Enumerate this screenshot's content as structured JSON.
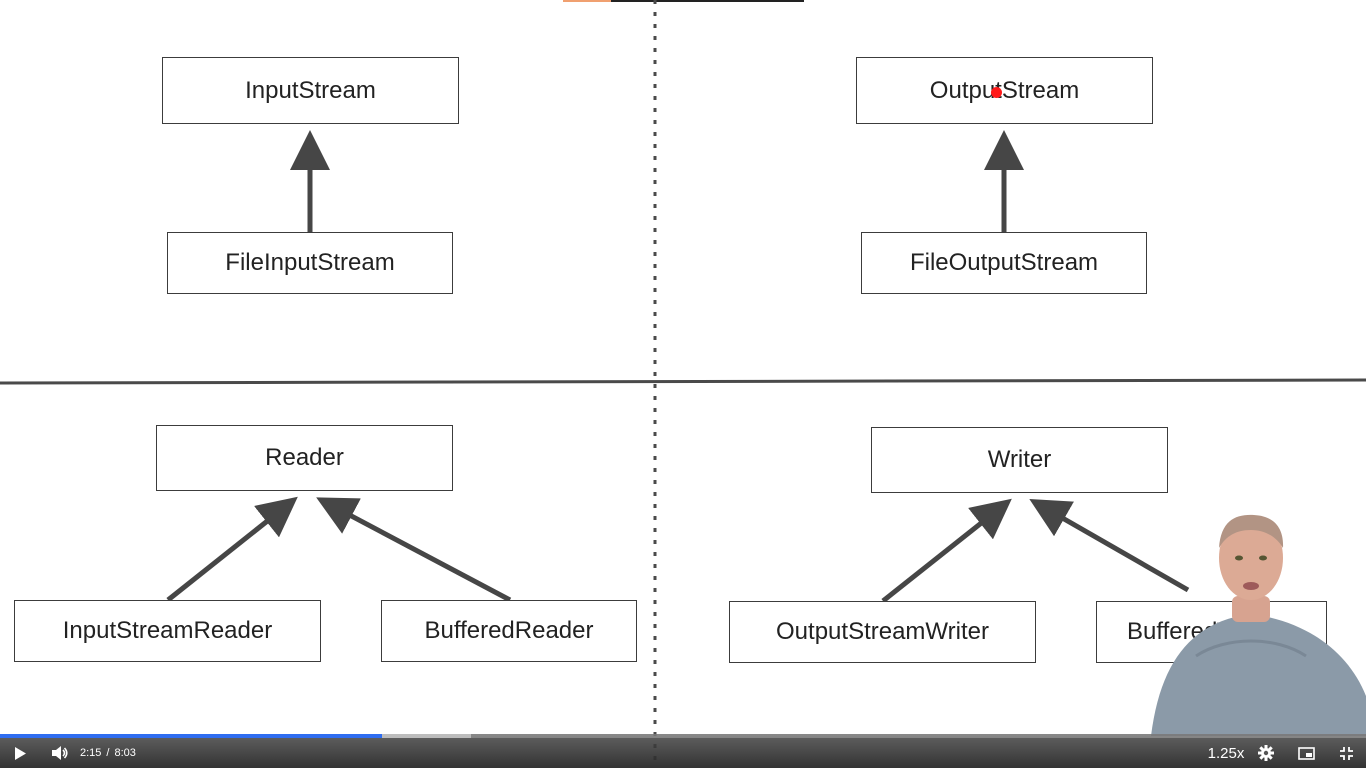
{
  "diagram": {
    "input_stream": "InputStream",
    "file_input_stream": "FileInputStream",
    "output_stream": "OutputStream",
    "file_output_stream": "FileOutputStream",
    "reader": "Reader",
    "input_stream_reader": "InputStreamReader",
    "buffered_reader": "BufferedReader",
    "writer": "Writer",
    "output_stream_writer": "OutputStreamWriter",
    "buffered_writer": "BufferedWriter"
  },
  "player": {
    "current_time": "2:15",
    "separator": "/",
    "duration": "8:03",
    "speed": "1.25x",
    "progress_fraction": 0.28,
    "buffered_fraction": 0.345,
    "progress_color": "#2f6df0",
    "icons": {
      "play": "play-icon",
      "volume": "volume-icon",
      "settings": "gear-icon",
      "pip": "picture-in-picture-icon",
      "exit_fullscreen": "exit-fullscreen-icon"
    }
  }
}
